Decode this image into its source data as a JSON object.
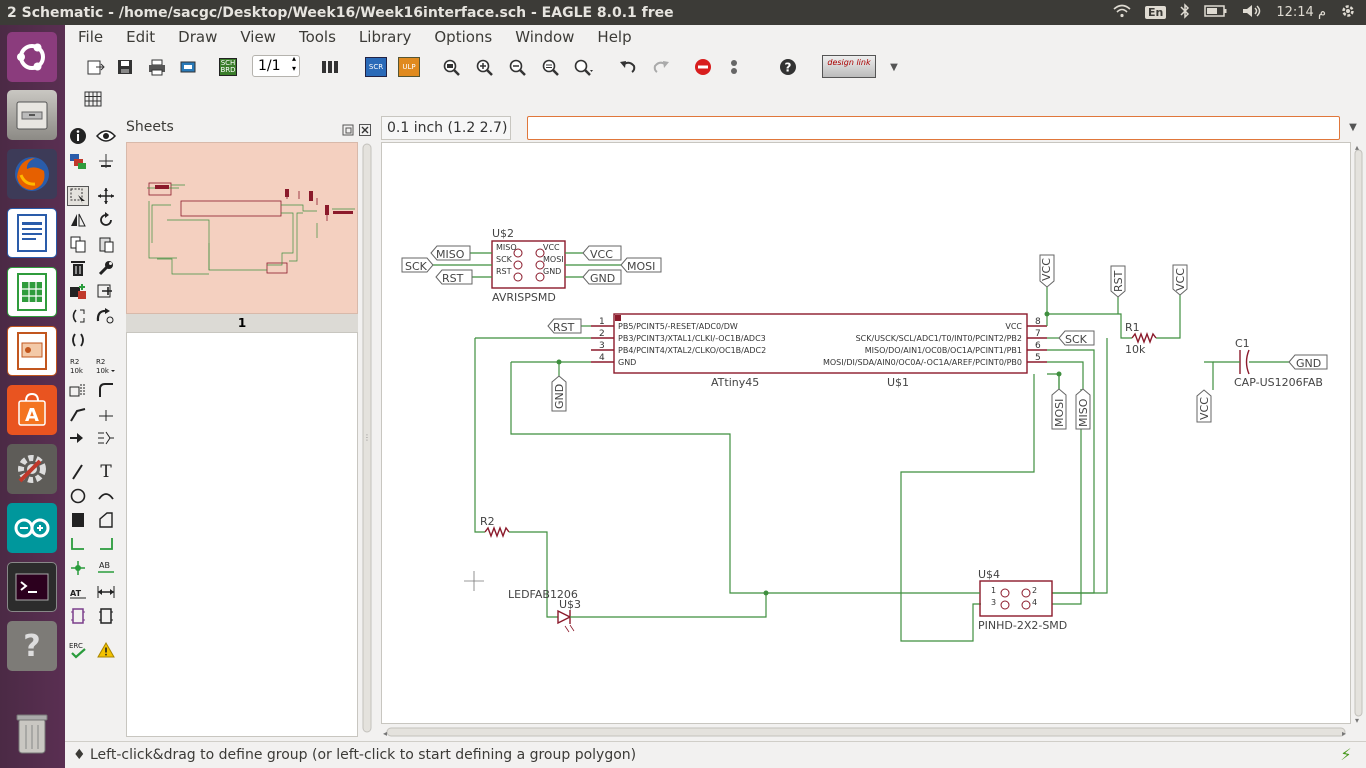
{
  "window": {
    "title": "2 Schematic - /home/sacgc/Desktop/Week16/Week16interface.sch - EAGLE 8.0.1 free"
  },
  "tray": {
    "wifi": "wifi-icon",
    "lang": "En",
    "bluetooth": "bluetooth-icon",
    "battery": "battery-icon",
    "volume": "volume-icon",
    "clock": "12:14 م",
    "gear": "gear-icon"
  },
  "launcher": [
    "ubuntu-dash",
    "files",
    "firefox",
    "writer",
    "calc",
    "impress",
    "software-center",
    "system-settings",
    "arduino",
    "terminal",
    "help",
    "trash"
  ],
  "menu": [
    "File",
    "Edit",
    "Draw",
    "View",
    "Tools",
    "Library",
    "Options",
    "Window",
    "Help"
  ],
  "toolbar": {
    "sheet_value": "1/1",
    "scr_label": "SCR",
    "ulp_label": "ULP",
    "sch_brd_label": "SCH BRD",
    "designlink_label": "design link"
  },
  "sheets": {
    "title": "Sheets",
    "number": "1"
  },
  "coord": "0.1 inch (1.2 2.7)",
  "command": {
    "value": ""
  },
  "status": "♦ Left-click&drag to define group (or left-click to start defining a group polygon)",
  "schematic": {
    "colors": {
      "wire": "#3f8f3f",
      "part": "#8b1a2b",
      "label": "#555555",
      "pin": "#7a1f2d"
    },
    "u2": {
      "name": "U$2",
      "value": "AVRISPSMD",
      "pins_left": [
        "MISO",
        "SCK",
        "RST"
      ],
      "pins_right": [
        "VCC",
        "MOSI",
        "GND"
      ]
    },
    "u1": {
      "name": "U$1",
      "value": "ATtiny45",
      "left_pins": [
        {
          "num": "1",
          "label": "PB5/PCINT5/-RESET/ADC0/DW"
        },
        {
          "num": "2",
          "label": "PB3/PCINT3/XTAL1/CLKI/-OC1B/ADC3"
        },
        {
          "num": "3",
          "label": "PB4/PCINT4/XTAL2/CLKO/OC1B/ADC2"
        },
        {
          "num": "4",
          "label": "GND"
        }
      ],
      "right_pins": [
        {
          "num": "8",
          "label": "VCC"
        },
        {
          "num": "7",
          "label": "SCK/USCK/SCL/ADC1/T0/INT0/PCINT2/PB2"
        },
        {
          "num": "6",
          "label": "MISO/DO/AIN1/OC0B/OC1A/PCINT1/PB1"
        },
        {
          "num": "5",
          "label": "MOSI/DI/SDA/AIN0/OC0A/-OC1A/AREF/PCINT0/PB0"
        }
      ]
    },
    "r1": {
      "name": "R1",
      "value": "10k"
    },
    "r2": {
      "name": "R2"
    },
    "c1": {
      "name": "C1",
      "value": "CAP-US1206FAB"
    },
    "u3": {
      "name": "U$3",
      "value": "LEDFAB1206"
    },
    "u4": {
      "name": "U$4",
      "value": "PINHD-2X2-SMD",
      "pins": [
        "1",
        "2",
        "3",
        "4"
      ]
    },
    "netlabels": {
      "miso": "MISO",
      "sck": "SCK",
      "rst": "RST",
      "vcc": "VCC",
      "mosi": "MOSI",
      "gnd": "GND"
    }
  }
}
